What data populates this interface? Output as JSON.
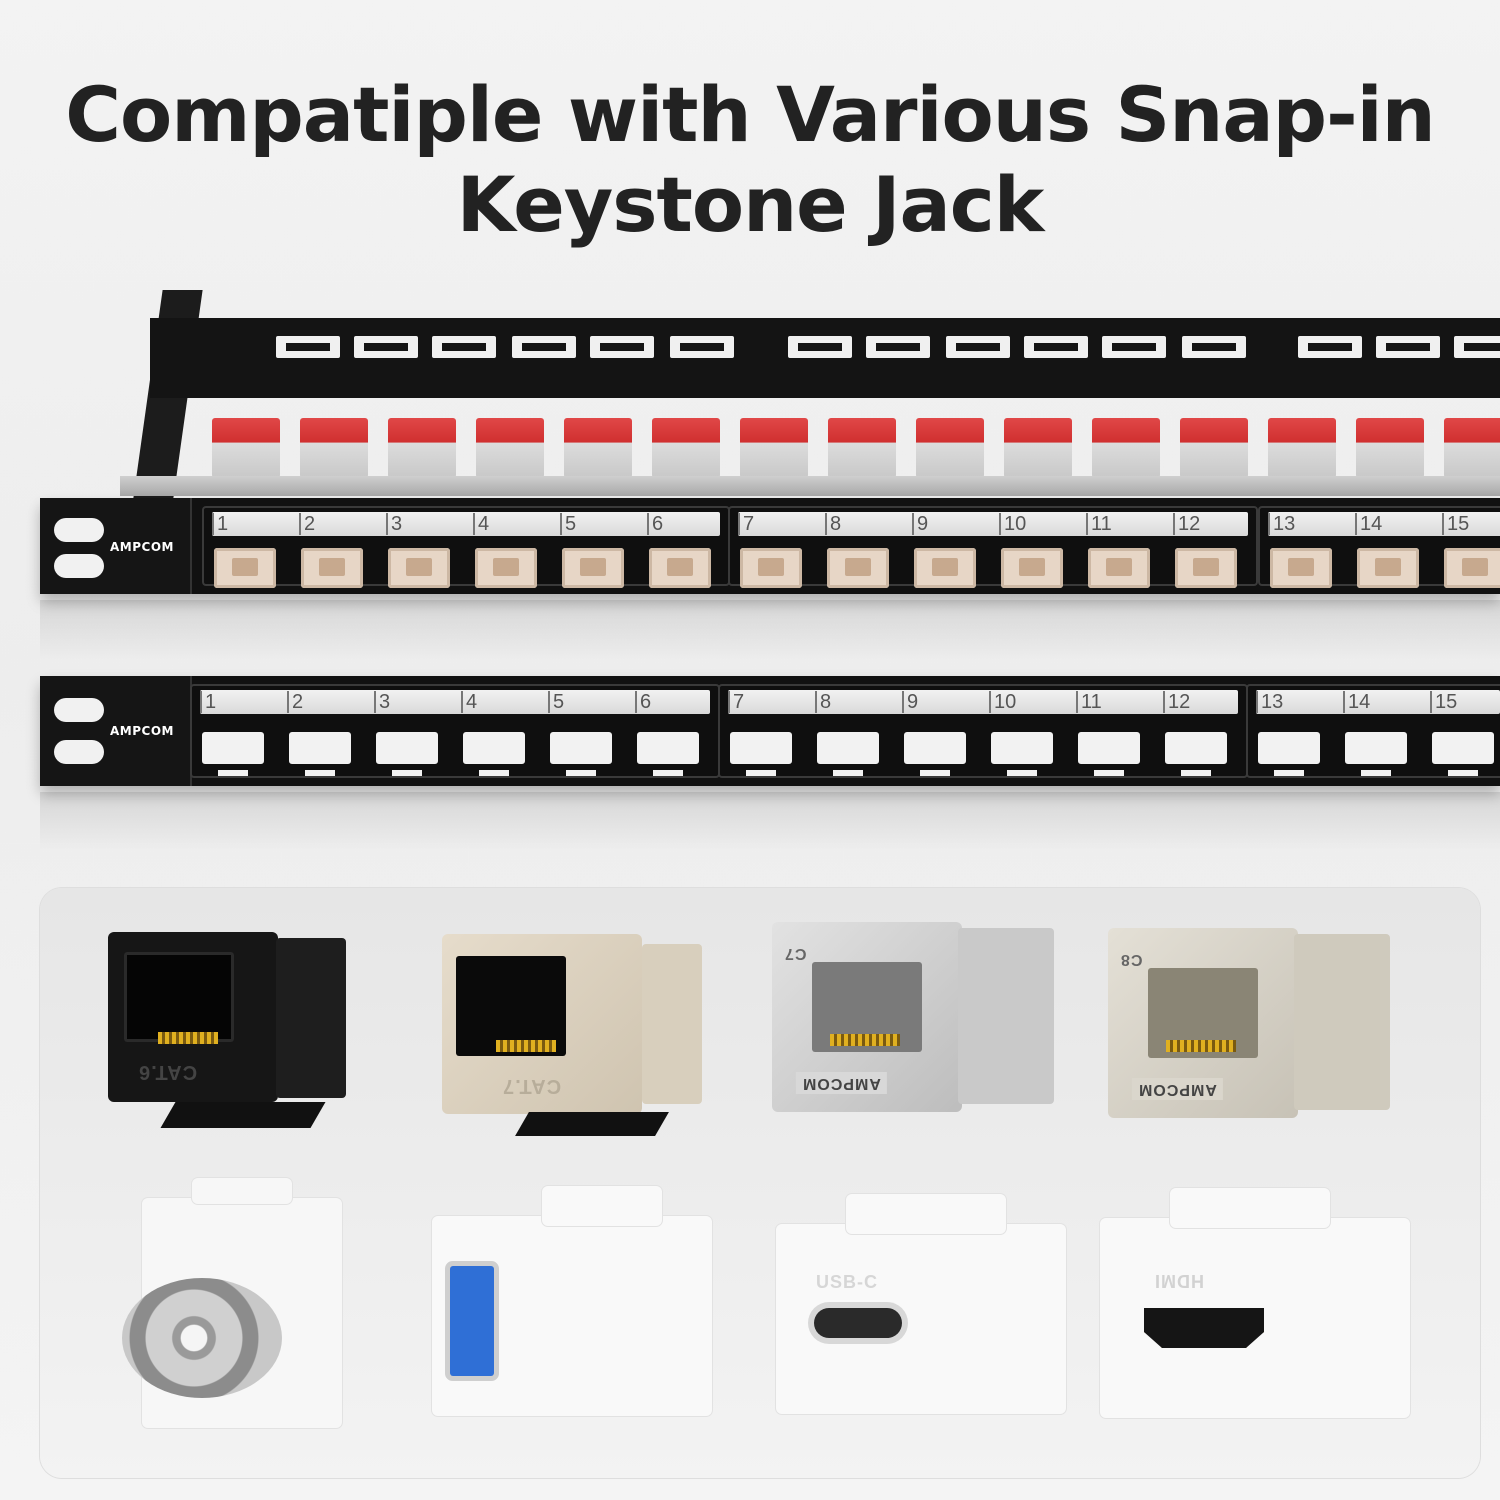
{
  "headline": {
    "line1": "Compatiple with Various Snap-in",
    "line2": "Keystone Jack"
  },
  "brand": "AMPCOM",
  "port_numbers": [
    "1",
    "2",
    "3",
    "4",
    "5",
    "6",
    "7",
    "8",
    "9",
    "10",
    "11",
    "12",
    "13",
    "14",
    "15"
  ],
  "jack_markings": {
    "cat6": "CAT.6",
    "cat7": "CAT.7",
    "c7": "C7",
    "c8": "C8",
    "ampcom_stamp": "AMPCOM",
    "usbc": "USB-C",
    "hdmi": "HDMI"
  },
  "colors": {
    "panel": "#111111",
    "jack_beige": "#e7d6c6",
    "rear_module_red": "#d83a3a",
    "usb3_blue": "#2f6fd6",
    "gold_pins": "#e0b020"
  }
}
